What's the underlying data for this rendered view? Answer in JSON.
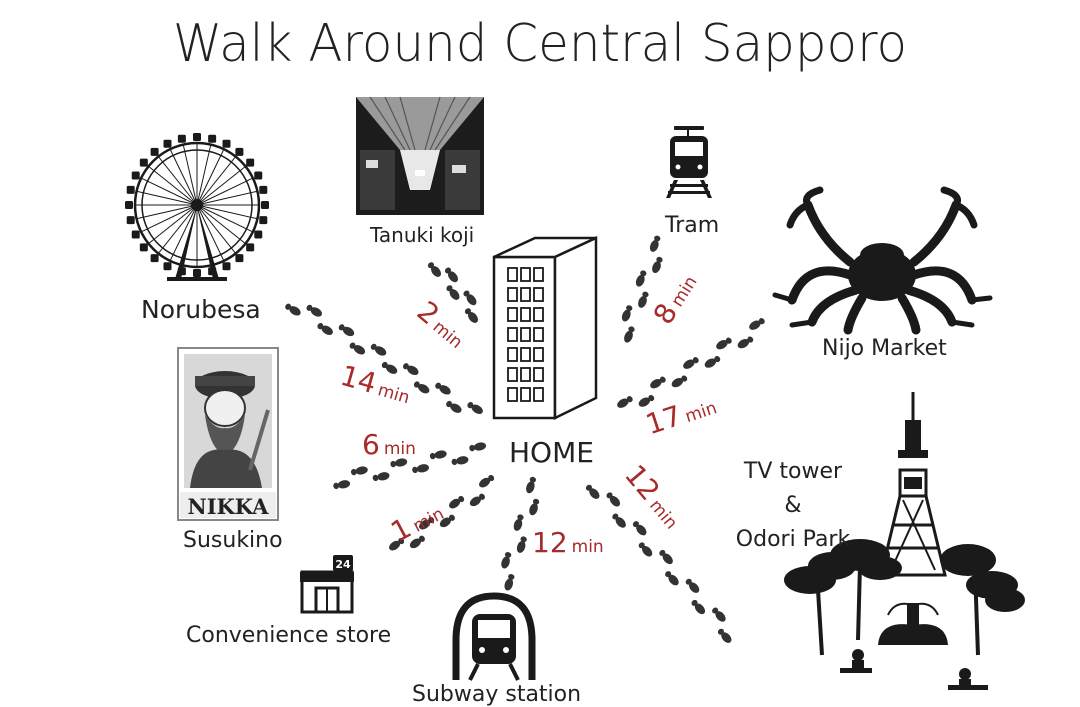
{
  "title": "Walk Around Central Sapporo",
  "center": {
    "label": "HOME"
  },
  "places": [
    {
      "name": "Norubesa",
      "icon": "ferris-wheel-icon",
      "minutes": "14",
      "unit": "min"
    },
    {
      "name": "Tanuki koji",
      "icon": "shopping-arcade-photo",
      "minutes": "2",
      "unit": "min"
    },
    {
      "name": "Tram",
      "icon": "tram-icon",
      "minutes": "8",
      "unit": "min"
    },
    {
      "name": "Nijo Market",
      "icon": "crab-icon",
      "minutes": "17",
      "unit": "min"
    },
    {
      "name": "Susukino",
      "icon": "nikka-sign-icon",
      "minutes": "6",
      "unit": "min"
    },
    {
      "name": "Convenience store",
      "icon": "convenience-store-icon",
      "minutes": "1",
      "unit": "min"
    },
    {
      "name": "Subway station",
      "icon": "subway-icon",
      "minutes": "12",
      "unit": "min"
    },
    {
      "name_lines": [
        "TV tower",
        "&",
        "Odori Park"
      ],
      "icon": "tv-tower-icon",
      "minutes": "12",
      "unit": "min"
    }
  ],
  "signs": {
    "nikka": "NIKKA",
    "store_hours": "24"
  },
  "colors": {
    "time_text": "#a82a2a",
    "icon": "#1a1a1a",
    "footprint": "#333333"
  }
}
